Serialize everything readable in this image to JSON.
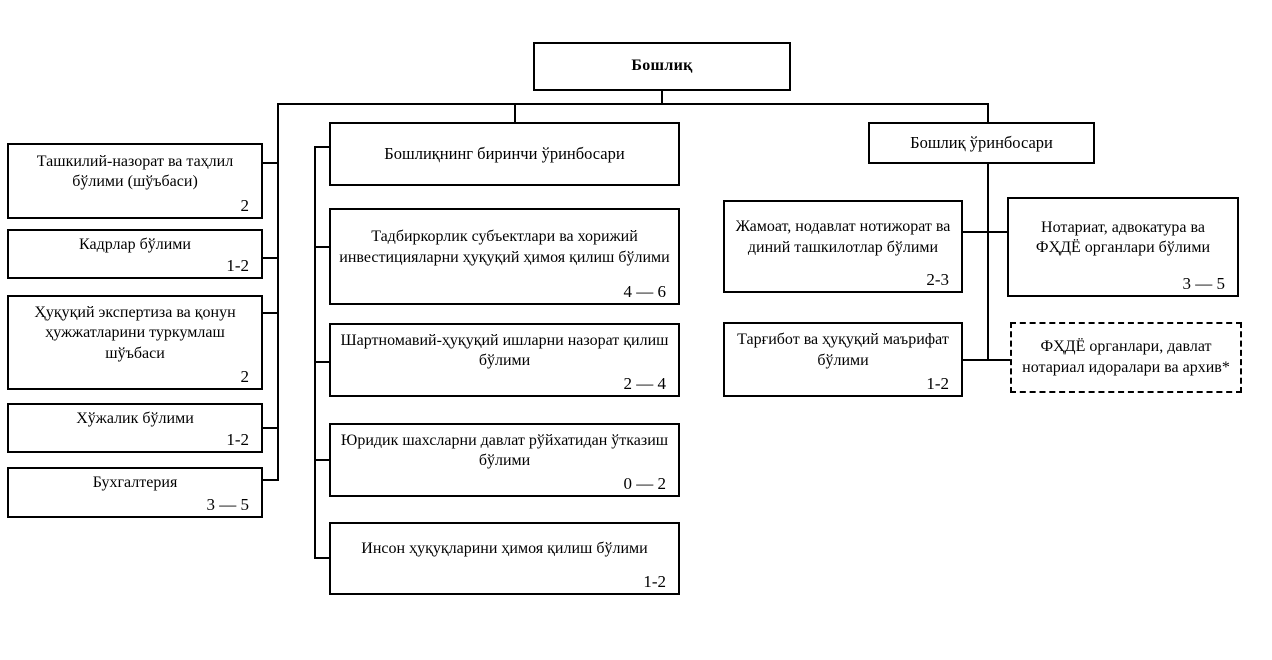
{
  "root": {
    "title": "Бошлиқ"
  },
  "left_column": {
    "items": [
      {
        "title": "Ташкилий-назорат ва таҳлил бўлими (шўъбаси)",
        "count": "2"
      },
      {
        "title": "Кадрлар бўлими",
        "count": "1-2"
      },
      {
        "title": "Ҳуқуқий экспертиза ва қонун ҳужжатларини туркумлаш шўъбаси",
        "count": "2"
      },
      {
        "title": "Хўжалик бўлими",
        "count": "1-2"
      },
      {
        "title": "Бухгалтерия",
        "count": "3 — 5"
      }
    ]
  },
  "middle_column": {
    "head": {
      "title": "Бошлиқнинг биринчи ўринбосари"
    },
    "items": [
      {
        "title": "Тадбиркорлик субъектлари ва хорижий инвестицияларни ҳуқуқий ҳимоя қилиш бўлими",
        "count": "4 — 6"
      },
      {
        "title": "Шартномавий-ҳуқуқий ишларни назорат қилиш бўлими",
        "count": "2 — 4"
      },
      {
        "title": "Юридик шахсларни давлат рўйхатидан ўтказиш бўлими",
        "count": "0 — 2"
      },
      {
        "title": "Инсон ҳуқуқларини ҳимоя қилиш бўлими",
        "count": "1-2"
      }
    ]
  },
  "right_column": {
    "head": {
      "title": "Бошлиқ ўринбосари"
    },
    "items": [
      {
        "title": "Жамоат, нодавлат нотижорат ва диний ташкилотлар бўлими",
        "count": "2-3"
      },
      {
        "title": "Нотариат, адвокатура ва ФҲДЁ органлари бўлими",
        "count": "3 — 5"
      },
      {
        "title": "Тарғибот ва ҳуқуқий маърифат бўлими",
        "count": "1-2"
      },
      {
        "title": "ФҲДЁ органлари, давлат нотариал идоралари ва архив*"
      }
    ]
  },
  "colors": {
    "line": "#000000",
    "background": "#ffffff"
  }
}
